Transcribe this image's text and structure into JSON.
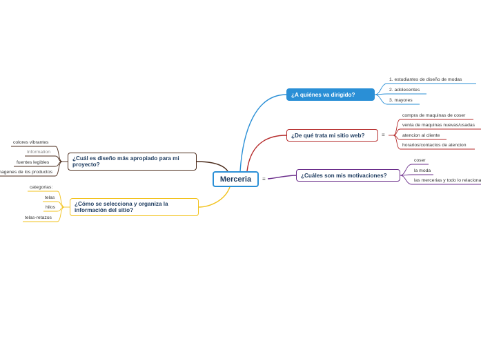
{
  "central": "Merceria",
  "branches": {
    "audience": {
      "title": "¿A quiénes va dirigido?",
      "color": "#2a8fd6",
      "items": [
        "1. estudiantes de diseño de modas",
        "2. adolecentes",
        "3. mayores"
      ]
    },
    "topic": {
      "title": "¿De qué trata mi sitio web?",
      "color": "#b52a2a",
      "items": [
        "compra de maquinas de coser",
        "venta de maquinas nuevas/usadas",
        "atencion al cliente",
        "horarios/contactos de atencion"
      ]
    },
    "motivation": {
      "title": "¿Cuáles son mis motivaciones?",
      "color": "#6a2c8a",
      "items": [
        "coser",
        "la moda",
        "las mercerias y todo lo relacionado"
      ]
    },
    "design": {
      "title": "¿Cuál es diseño más apropiado para mi proyecto?",
      "color": "#4a2a1a",
      "items": [
        "colores vibrantes",
        "Information",
        "fuentes legibles",
        "imagenes de los productos"
      ]
    },
    "organization": {
      "title": "¿Cómo se selecciona y organiza la información del sitio?",
      "color": "#f2c21b",
      "items": [
        "categorias:",
        "telas",
        "hilos",
        "telas-retazos"
      ]
    }
  },
  "icons": {
    "menu": "≡"
  }
}
